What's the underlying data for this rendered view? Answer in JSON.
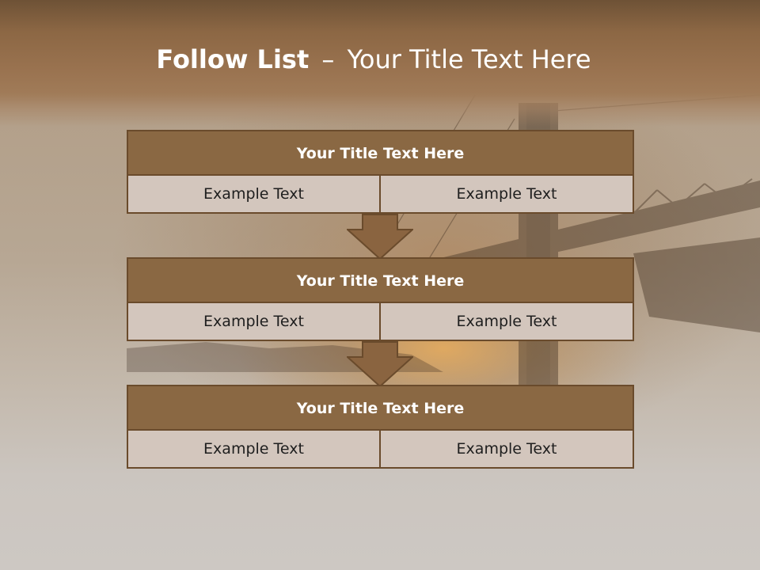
{
  "slide": {
    "title_bold": "Follow List",
    "title_separator": "–",
    "title_rest": "Your Title Text Here"
  },
  "steps": [
    {
      "title": "Your Title Text Here",
      "left": "Example Text",
      "right": "Example Text"
    },
    {
      "title": "Your Title Text Here",
      "left": "Example Text",
      "right": "Example Text"
    },
    {
      "title": "Your Title Text Here",
      "left": "Example Text",
      "right": "Example Text"
    }
  ],
  "colors": {
    "header_brown": "#8c6744",
    "block_title": "#8a6843",
    "block_border": "#6a4b2c",
    "cell_fill": "#d3c6bd",
    "arrow_fill": "#8a6440"
  },
  "background_image": "bridge-at-sunset-photo"
}
